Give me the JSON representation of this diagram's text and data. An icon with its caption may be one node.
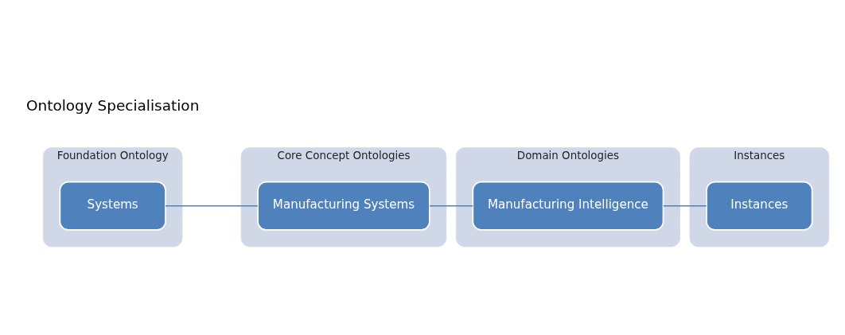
{
  "diagram": {
    "nodes": [
      {
        "text": [
          "Foundation Ontology"
        ]
      },
      {
        "text": [
          "Systems"
        ],
        "in": 0
      },
      {
        "text": [
          "Core Concept Ontologies"
        ]
      },
      {
        "text": [
          "Manufacturing Systems"
        ],
        "in": 2
      },
      {
        "text": [
          "Domain Ontologies"
        ]
      },
      {
        "text": [
          "Manufacturing Intelligence"
        ],
        "in": 4
      },
      {
        "text": [
          "Instances"
        ]
      },
      {
        "text": [
          "Instances"
        ],
        "in": 6
      }
    ],
    "edges": [
      {
        "from": 1,
        "to": 3,
        "arrow": "none"
      },
      {
        "from": 3,
        "to": 5,
        "arrow": "none"
      },
      {
        "from": 5,
        "to": 7,
        "arrow": "none"
      }
    ],
    "labels": [
      "Ontology Specialisation"
    ]
  }
}
